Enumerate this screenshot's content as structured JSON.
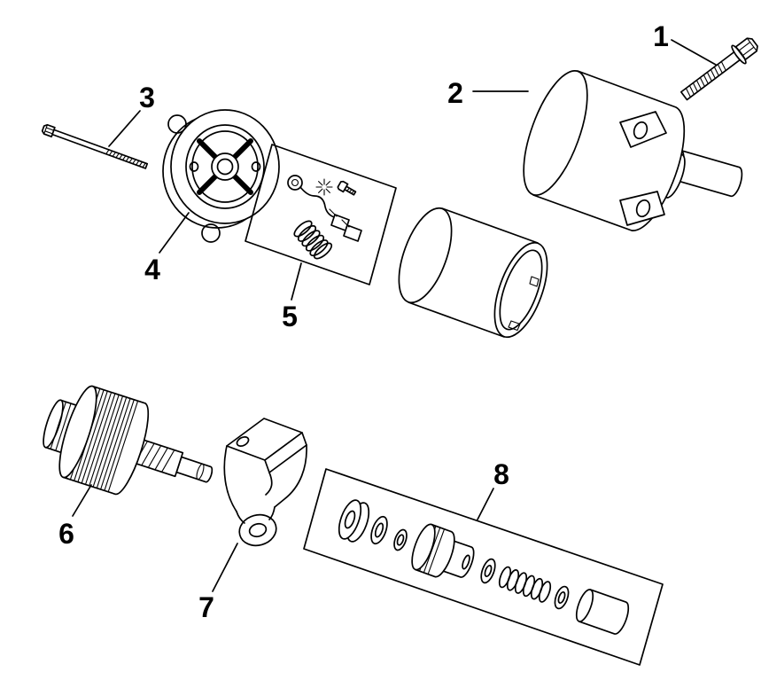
{
  "page": {
    "background_color": "#ffffff",
    "line_color": "#000000"
  },
  "diagram": {
    "type": "exploded-parts-diagram",
    "subject": "electric-starter-motor",
    "callouts": [
      {
        "label": "1",
        "part": "flange-hex-bolt"
      },
      {
        "label": "2",
        "part": "starter-motor-assembly"
      },
      {
        "label": "3",
        "part": "through-bolt"
      },
      {
        "label": "4",
        "part": "commutator-end-cap"
      },
      {
        "label": "5",
        "part": "brush-and-spring-kit"
      },
      {
        "label": "6",
        "part": "armature"
      },
      {
        "label": "7",
        "part": "drive-end-bracket"
      },
      {
        "label": "8",
        "part": "starter-drive-kit"
      }
    ]
  }
}
